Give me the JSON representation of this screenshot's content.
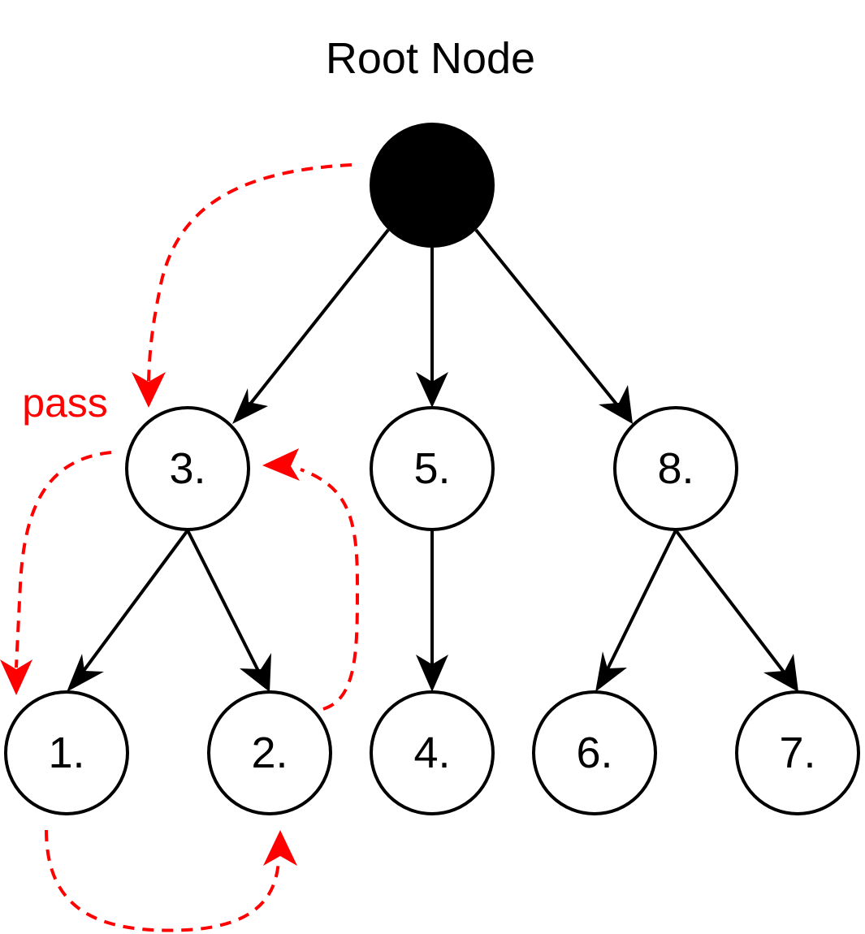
{
  "title": "Root Node",
  "pass_label": "pass",
  "colors": {
    "edge": "#000000",
    "root_fill": "#000000",
    "node_fill": "#ffffff",
    "traversal": "#ff0000"
  },
  "nodes": [
    {
      "id": "root",
      "label": ""
    },
    {
      "id": "n3",
      "label": "3."
    },
    {
      "id": "n5",
      "label": "5."
    },
    {
      "id": "n8",
      "label": "8."
    },
    {
      "id": "n1",
      "label": "1."
    },
    {
      "id": "n2",
      "label": "2."
    },
    {
      "id": "n4",
      "label": "4."
    },
    {
      "id": "n6",
      "label": "6."
    },
    {
      "id": "n7",
      "label": "7."
    }
  ],
  "edges": [
    {
      "from": "root",
      "to": "n3"
    },
    {
      "from": "root",
      "to": "n5"
    },
    {
      "from": "root",
      "to": "n8"
    },
    {
      "from": "n3",
      "to": "n1"
    },
    {
      "from": "n3",
      "to": "n2"
    },
    {
      "from": "n5",
      "to": "n4"
    },
    {
      "from": "n8",
      "to": "n6"
    },
    {
      "from": "n8",
      "to": "n7"
    }
  ],
  "traversal_order": [
    "root",
    "n3",
    "n1",
    "n2",
    "n3"
  ]
}
